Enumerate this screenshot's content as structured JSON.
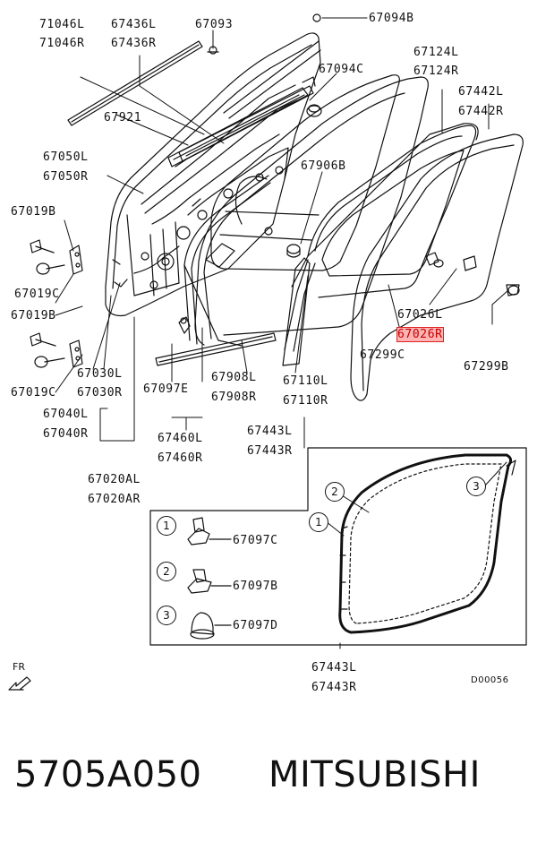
{
  "part_number": "5705A050",
  "brand": "MITSUBISHI",
  "diagram_code": "D00056",
  "front_indicator": "FR",
  "highlight_color": "#e02020",
  "labels": {
    "p71046L": "71046L",
    "p71046R": "71046R",
    "p67436L": "67436L",
    "p67436R": "67436R",
    "p67093": "67093",
    "p67094B": "67094B",
    "p67094C": "67094C",
    "p67124L": "67124L",
    "p67124R": "67124R",
    "p67442L": "67442L",
    "p67442R": "67442R",
    "p67921": "67921",
    "p67050L": "67050L",
    "p67050R": "67050R",
    "p67906B": "67906B",
    "p67019B_1": "67019B",
    "p67019C_1": "67019C",
    "p67019B_2": "67019B",
    "p67019C_2": "67019C",
    "p67026L": "67026L",
    "p67026R": "67026R",
    "p67299C": "67299C",
    "p67299B": "67299B",
    "p67030L": "67030L",
    "p67030R": "67030R",
    "p67097E": "67097E",
    "p67908L": "67908L",
    "p67908R": "67908R",
    "p67110L": "67110L",
    "p67110R": "67110R",
    "p67040L": "67040L",
    "p67040R": "67040R",
    "p67460L": "67460L",
    "p67460R": "67460R",
    "p67443L_1": "67443L",
    "p67443R_1": "67443R",
    "p67020AL": "67020AL",
    "p67020AR": "67020AR",
    "p67097C": "67097C",
    "p67097B": "67097B",
    "p67097D": "67097D",
    "p67443L_2": "67443L",
    "p67443R_2": "67443R"
  },
  "callouts": {
    "c1": "1",
    "c2": "2",
    "c3": "3",
    "d1": "1",
    "d2": "2",
    "d3": "3"
  }
}
